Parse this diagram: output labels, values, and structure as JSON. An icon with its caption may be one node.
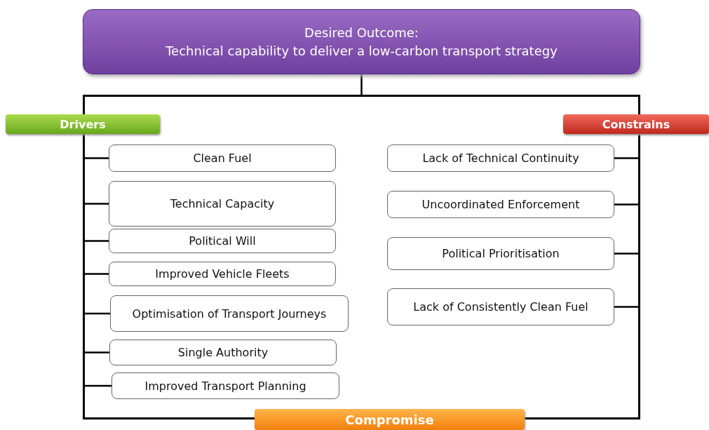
{
  "diagram": {
    "nodes": [
      {
        "text": [
          "Desired Outcome:",
          "Technical capability to deliver a low-carbon transport strategy"
        ]
      },
      {
        "text": [],
        "shape": "box"
      },
      {
        "text": [
          "Drivers"
        ]
      },
      {
        "text": [
          "Constrains"
        ]
      },
      {
        "text": [
          "Clean Fuel"
        ],
        "in": 1
      },
      {
        "text": [
          "Technical Capacity"
        ],
        "in": 1
      },
      {
        "text": [
          "Political Will"
        ],
        "in": 1
      },
      {
        "text": [
          "Improved Vehicle Fleets"
        ],
        "in": 1
      },
      {
        "text": [
          "Optimisation of Transport Journeys"
        ],
        "in": 1
      },
      {
        "text": [
          "Single Authority"
        ],
        "in": 1
      },
      {
        "text": [
          "Improved Transport Planning"
        ],
        "in": 1
      },
      {
        "text": [
          "Lack of Technical Continuity"
        ],
        "in": 1
      },
      {
        "text": [
          "Uncoordinated Enforcement"
        ],
        "in": 1
      },
      {
        "text": [
          "Political Prioritisation"
        ],
        "in": 1
      },
      {
        "text": [
          "Lack of Consistently Clean Fuel"
        ],
        "in": 1
      },
      {
        "text": [
          "Compromise"
        ]
      }
    ],
    "edges": [
      {
        "from": 0,
        "to": 1,
        "arrow": "none"
      },
      {
        "from": 1,
        "to": 4,
        "arrow": "none"
      },
      {
        "from": 1,
        "to": 5,
        "arrow": "none"
      },
      {
        "from": 1,
        "to": 6,
        "arrow": "none"
      },
      {
        "from": 1,
        "to": 7,
        "arrow": "none"
      },
      {
        "from": 1,
        "to": 8,
        "arrow": "none"
      },
      {
        "from": 1,
        "to": 9,
        "arrow": "none"
      },
      {
        "from": 1,
        "to": 10,
        "arrow": "none"
      },
      {
        "from": 1,
        "to": 11,
        "arrow": "none"
      },
      {
        "from": 1,
        "to": 12,
        "arrow": "none"
      },
      {
        "from": 1,
        "to": 13,
        "arrow": "none"
      },
      {
        "from": 1,
        "to": 14,
        "arrow": "none"
      }
    ]
  }
}
